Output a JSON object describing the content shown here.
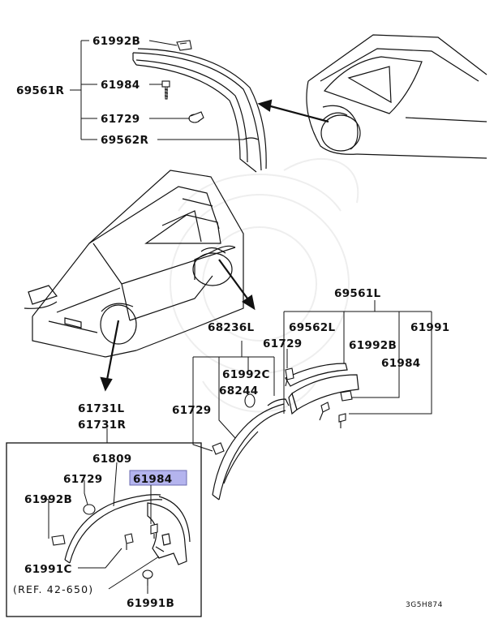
{
  "highlight_color": "#b4b4ee",
  "labels": {
    "p61992B_top": "61992B",
    "p69561R": "69561R",
    "p61984_top": "61984",
    "p61729_top": "61729",
    "p69562R": "69562R",
    "p69561L": "69561L",
    "p68236L": "68236L",
    "p69562L": "69562L",
    "p61991": "61991",
    "p61729_mid": "61729",
    "p61992B_mid": "61992B",
    "p61992C_mid": "61992C",
    "p61984_mid": "61984",
    "p68244": "68244",
    "p61729_mid2": "61729",
    "p61731L": "61731L",
    "p61731R": "61731R",
    "p61809": "61809",
    "p61729_box": "61729",
    "p61984_box": "61984",
    "p61992B_box": "61992B",
    "p61991C": "61991C",
    "ref": "(REF. 42-650)",
    "p61991B": "61991B",
    "code": "3G5H874"
  }
}
